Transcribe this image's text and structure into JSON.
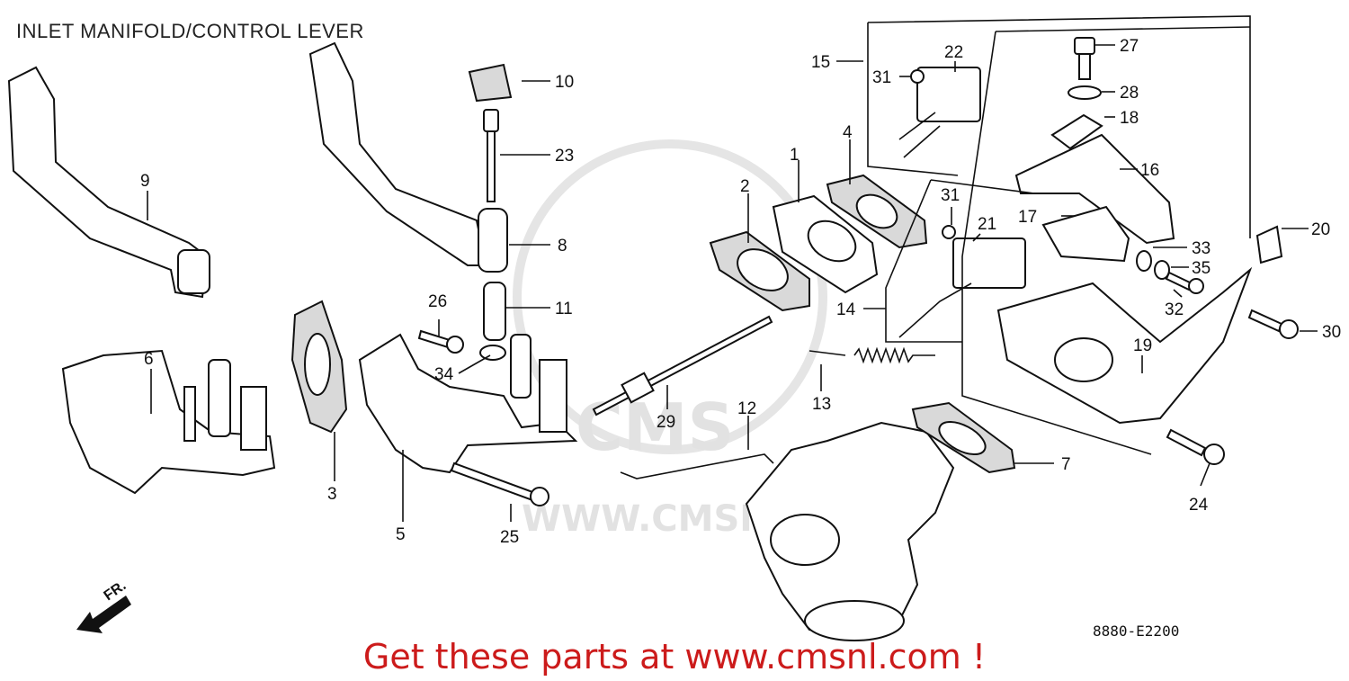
{
  "title": "INLET MANIFOLD/CONTROL LEVER",
  "footer": "Get these parts at www.cmsnl.com !",
  "diagram_code": "8880-E2200",
  "front_marker": "FR.",
  "watermark": {
    "logo": "CMS",
    "url": "WWW.CMSNL.COM"
  },
  "callouts": [
    {
      "id": "1",
      "label": "1"
    },
    {
      "id": "2",
      "label": "2"
    },
    {
      "id": "3",
      "label": "3"
    },
    {
      "id": "4",
      "label": "4"
    },
    {
      "id": "5",
      "label": "5"
    },
    {
      "id": "6",
      "label": "6"
    },
    {
      "id": "7",
      "label": "7"
    },
    {
      "id": "8",
      "label": "8"
    },
    {
      "id": "9",
      "label": "9"
    },
    {
      "id": "10",
      "label": "10"
    },
    {
      "id": "11",
      "label": "11"
    },
    {
      "id": "12",
      "label": "12"
    },
    {
      "id": "13",
      "label": "13"
    },
    {
      "id": "14",
      "label": "14"
    },
    {
      "id": "15",
      "label": "15"
    },
    {
      "id": "16",
      "label": "16"
    },
    {
      "id": "17",
      "label": "17"
    },
    {
      "id": "18",
      "label": "18"
    },
    {
      "id": "19",
      "label": "19"
    },
    {
      "id": "20",
      "label": "20"
    },
    {
      "id": "21",
      "label": "21"
    },
    {
      "id": "22",
      "label": "22"
    },
    {
      "id": "23",
      "label": "23"
    },
    {
      "id": "24",
      "label": "24"
    },
    {
      "id": "25",
      "label": "25"
    },
    {
      "id": "26",
      "label": "26"
    },
    {
      "id": "27",
      "label": "27"
    },
    {
      "id": "28",
      "label": "28"
    },
    {
      "id": "29",
      "label": "29"
    },
    {
      "id": "30",
      "label": "30"
    },
    {
      "id": "31a",
      "label": "31"
    },
    {
      "id": "31b",
      "label": "31"
    },
    {
      "id": "32",
      "label": "32"
    },
    {
      "id": "33",
      "label": "33"
    },
    {
      "id": "34",
      "label": "34"
    },
    {
      "id": "35",
      "label": "35"
    }
  ]
}
